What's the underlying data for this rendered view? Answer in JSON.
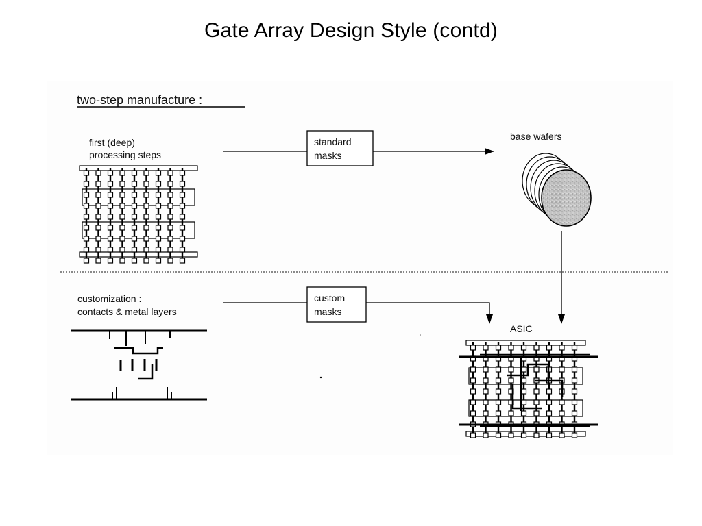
{
  "slide": {
    "title": "Gate Array Design Style (contd)"
  },
  "figure": {
    "heading": "two-step manufacture :",
    "first_label_line1": "first (deep)",
    "first_label_line2": "processing steps",
    "standard_masks_line1": "standard",
    "standard_masks_line2": "masks",
    "base_wafers": "base wafers",
    "custom_label_line1": "customization :",
    "custom_label_line2": "contacts & metal layers",
    "custom_masks_line1": "custom",
    "custom_masks_line2": "masks",
    "asic": "ASIC"
  }
}
